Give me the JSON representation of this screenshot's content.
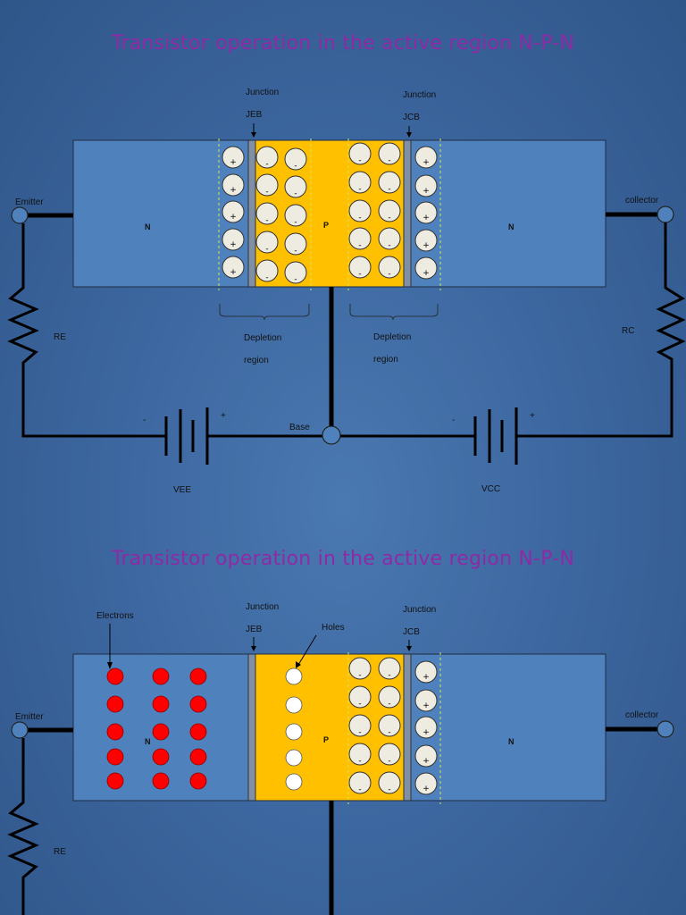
{
  "slide1": {
    "title": "Transistor operation in the active region N-P-N",
    "junction_left_line1": "Junction",
    "junction_left_line2": "JEB",
    "junction_right_line1": "Junction",
    "junction_right_line2": "JCB",
    "emitter_label": "Emitter",
    "collector_label": "collector",
    "n_left": "N",
    "p_mid": "P",
    "n_right": "N",
    "re_label": "RE",
    "rc_label": "RC",
    "depletion_left_line1": "Depletion",
    "depletion_left_line2": "region",
    "depletion_right_line1": "Depletion",
    "depletion_right_line2": "region",
    "base_label": "Base",
    "vee_label": "VEE",
    "vcc_label": "VCC",
    "vee_minus": "-",
    "vee_plus": "+",
    "vcc_minus": "-",
    "vcc_plus": "+",
    "plus_sign": "+",
    "minus_sign": "-"
  },
  "slide2": {
    "title": "Transistor operation in the active region N-P-N",
    "junction_left_line1": "Junction",
    "junction_left_line2": "JEB",
    "junction_right_line1": "Junction",
    "junction_right_line2": "JCB",
    "electrons_label": "Electrons",
    "holes_label": "Holes",
    "emitter_label": "Emitter",
    "collector_label": "collector",
    "n_left": "N",
    "p_mid": "P",
    "n_right": "N",
    "re_label": "RE"
  },
  "colors": {
    "n_region": "#4f81bd",
    "p_region": "#ffc000",
    "electron": "#ff0000",
    "hole": "#ffffff",
    "ion": "#eeece1",
    "title": "#8e2aa6"
  }
}
